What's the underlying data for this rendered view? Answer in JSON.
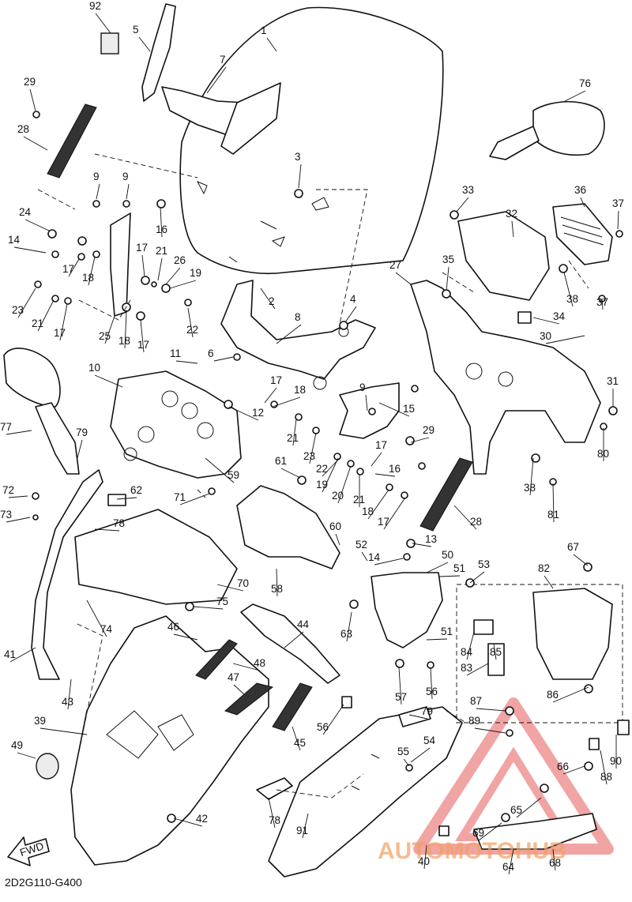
{
  "diagram": {
    "code": "2D2G110-G400",
    "fwd_label": "FWD",
    "watermark": "AUTOMOTOHUB",
    "part_numbers": [
      "1",
      "2",
      "3",
      "4",
      "5",
      "6",
      "7",
      "8",
      "9",
      "10",
      "11",
      "12",
      "13",
      "14",
      "15",
      "16",
      "17",
      "18",
      "19",
      "20",
      "21",
      "22",
      "23",
      "24",
      "25",
      "26",
      "27",
      "28",
      "29",
      "30",
      "31",
      "32",
      "33",
      "34",
      "35",
      "36",
      "37",
      "38",
      "39",
      "40",
      "41",
      "42",
      "43",
      "44",
      "45",
      "46",
      "47",
      "48",
      "49",
      "50",
      "51",
      "52",
      "53",
      "54",
      "55",
      "56",
      "57",
      "58",
      "59",
      "60",
      "61",
      "62",
      "63",
      "64",
      "65",
      "66",
      "67",
      "68",
      "69",
      "70",
      "71",
      "72",
      "73",
      "74",
      "75",
      "76",
      "77",
      "78",
      "79",
      "80",
      "81",
      "82",
      "83",
      "84",
      "85",
      "86",
      "87",
      "88",
      "89",
      "90",
      "91",
      "92"
    ],
    "callouts": [
      "92",
      "5",
      "7",
      "1",
      "29",
      "28",
      "76",
      "3",
      "33",
      "36",
      "37",
      "9",
      "9",
      "16",
      "24",
      "14",
      "17",
      "17",
      "21",
      "26",
      "19",
      "18",
      "32",
      "38",
      "37",
      "27",
      "35",
      "23",
      "21",
      "17",
      "25",
      "18",
      "17",
      "22",
      "2",
      "4",
      "34",
      "8",
      "30",
      "6",
      "11",
      "10",
      "17",
      "18",
      "9",
      "12",
      "31",
      "15",
      "29",
      "21",
      "23",
      "17",
      "16",
      "80",
      "77",
      "79",
      "22",
      "19",
      "20",
      "21",
      "61",
      "59",
      "38",
      "81",
      "72",
      "62",
      "71",
      "18",
      "17",
      "28",
      "73",
      "78",
      "60",
      "13",
      "52",
      "14",
      "50",
      "67",
      "58",
      "70",
      "51",
      "53",
      "82",
      "75",
      "63",
      "74",
      "51",
      "84",
      "85",
      "41",
      "46",
      "44",
      "48",
      "83",
      "56",
      "57",
      "86",
      "43",
      "47",
      "56",
      "79",
      "87",
      "45",
      "39",
      "89",
      "54",
      "49",
      "55",
      "78",
      "66",
      "88",
      "90",
      "65",
      "42",
      "91",
      "69",
      "40",
      "64",
      "68"
    ]
  }
}
